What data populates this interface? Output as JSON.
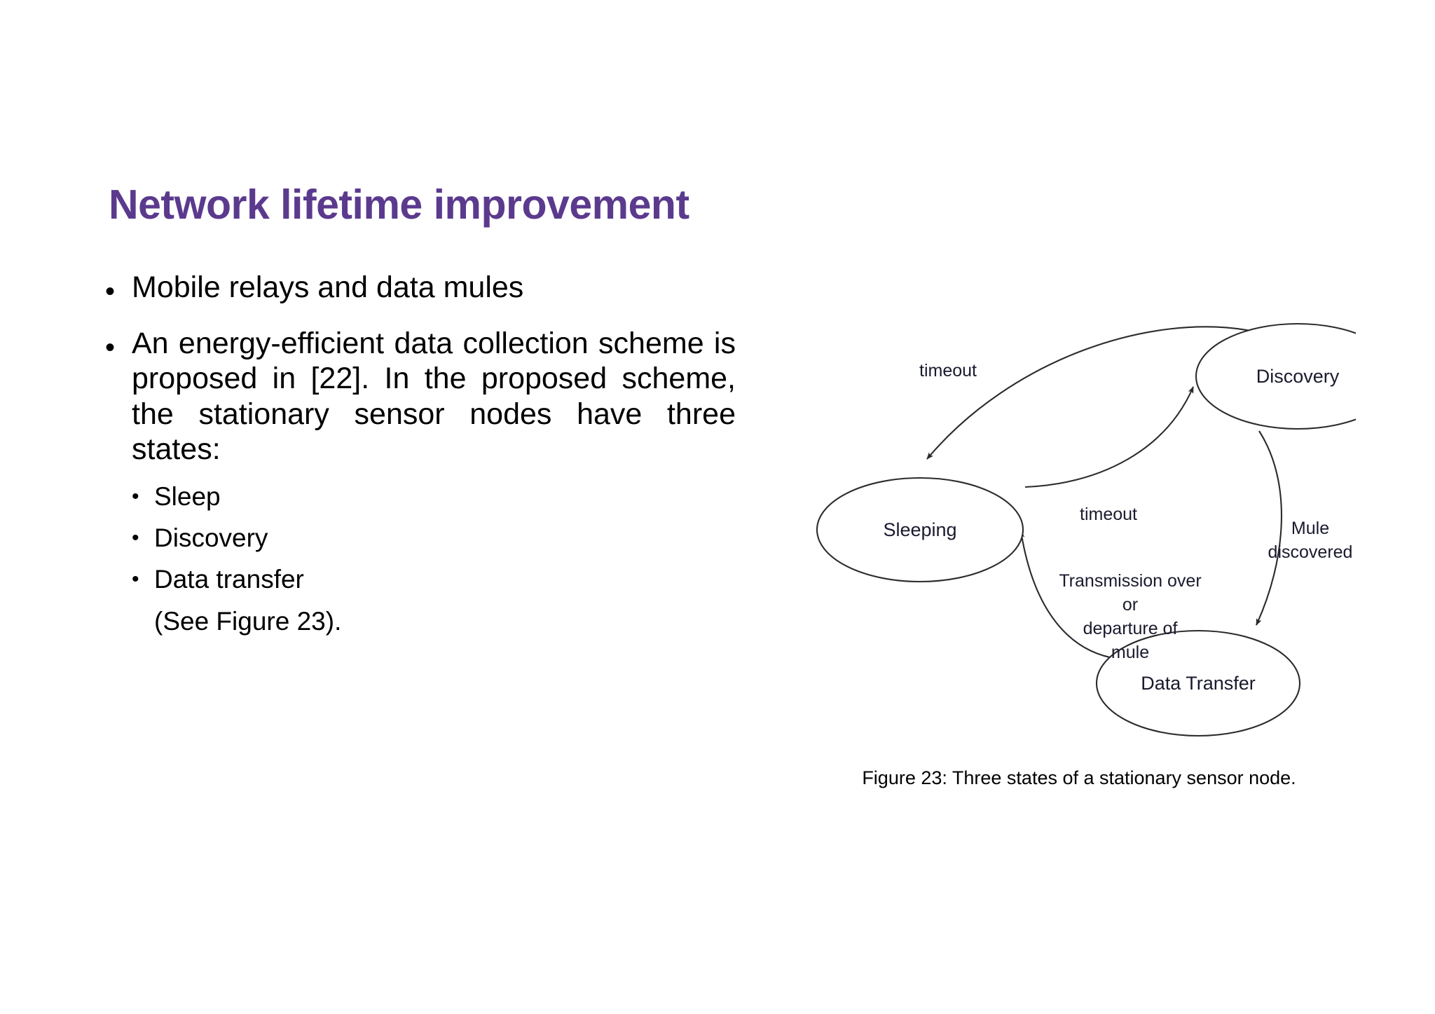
{
  "slide": {
    "title": "Network lifetime improvement",
    "title_color": "#5B3A8E",
    "background_color": "#ffffff",
    "text_color": "#000000"
  },
  "bullets": [
    {
      "marker": "•",
      "text": "Mobile relays and data mules"
    },
    {
      "marker": "•",
      "text": "An energy-efficient data collection scheme is proposed in [22]. In the proposed scheme, the stationary sensor nodes have three states:"
    }
  ],
  "sub_bullets": [
    {
      "marker": "•",
      "label": "Sleep"
    },
    {
      "marker": "•",
      "label": "Discovery"
    },
    {
      "marker": "•",
      "label": "Data transfer"
    }
  ],
  "see_figure_line": "(See Figure 23).",
  "figure": {
    "caption": "Figure 23: Three states of a stationary sensor node.",
    "nodes": [
      {
        "id": "discovery",
        "label": "Discovery"
      },
      {
        "id": "sleeping",
        "label": "Sleeping"
      },
      {
        "id": "data-transfer",
        "label": "Data Transfer"
      }
    ],
    "edges": [
      {
        "id": "discovery-to-sleeping",
        "label": "timeout"
      },
      {
        "id": "sleeping-to-discovery",
        "label": "timeout"
      },
      {
        "id": "discovery-to-data-transfer",
        "label_line1": "Mule",
        "label_line2": "discovered"
      },
      {
        "id": "data-transfer-to-sleeping",
        "label_line1": "Transmission over",
        "label_line2": "or",
        "label_line3": "departure of",
        "label_line4": "mule"
      }
    ]
  }
}
